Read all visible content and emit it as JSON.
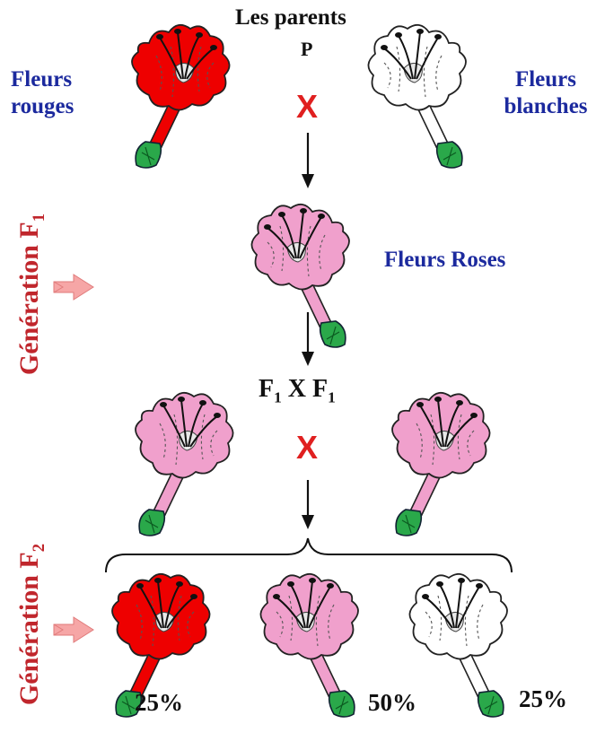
{
  "parents": {
    "title": "Les parents",
    "p_label": "P",
    "cross": "X",
    "left_label_line1": "Fleurs",
    "left_label_line2": "rouges",
    "right_label_line1": "Fleurs",
    "right_label_line2": "blanches"
  },
  "f1": {
    "generation_text": "Génération F",
    "generation_sub": "1",
    "label": "Fleurs Roses"
  },
  "f1_cross": {
    "left": "F",
    "left_sub": "1",
    "x": "X",
    "right": "F",
    "right_sub": "1",
    "cross": "X"
  },
  "f2": {
    "generation_text": "Génération F",
    "generation_sub": "2",
    "pct_red": "25%",
    "pct_pink": "50%",
    "pct_white": "25%"
  },
  "colors": {
    "red": "#ee0000",
    "pink": "#f0a0cc",
    "white": "#ffffff",
    "stem_green": "#2aa84a",
    "label_blue": "#1c2a9e",
    "generation_red": "#c0262c",
    "cross_red": "#e02020",
    "arrow_pink": "#f6a6a6"
  }
}
